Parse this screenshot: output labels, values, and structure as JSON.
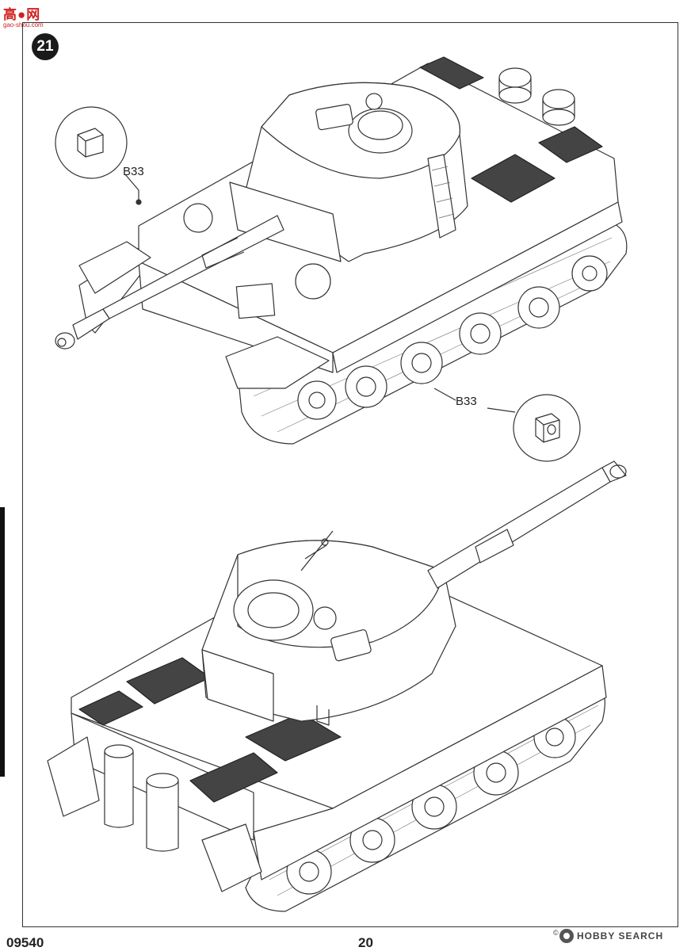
{
  "watermark": {
    "logo_text": "高●网",
    "url_text": "gao-shou.com"
  },
  "step": {
    "number": "21"
  },
  "callouts": {
    "top_part": "B33",
    "side_part": "B33"
  },
  "footer": {
    "kit_number": "09540",
    "page_number": "20",
    "copyright": "©",
    "hobby_search": "HOBBY SEARCH"
  },
  "colors": {
    "line": "#333333",
    "fill": "#ffffff",
    "badge": "#1a1a1a",
    "watermark": "#d02020"
  },
  "icons": [
    "step-badge",
    "part-b33-icon",
    "hobby-search-icon"
  ]
}
